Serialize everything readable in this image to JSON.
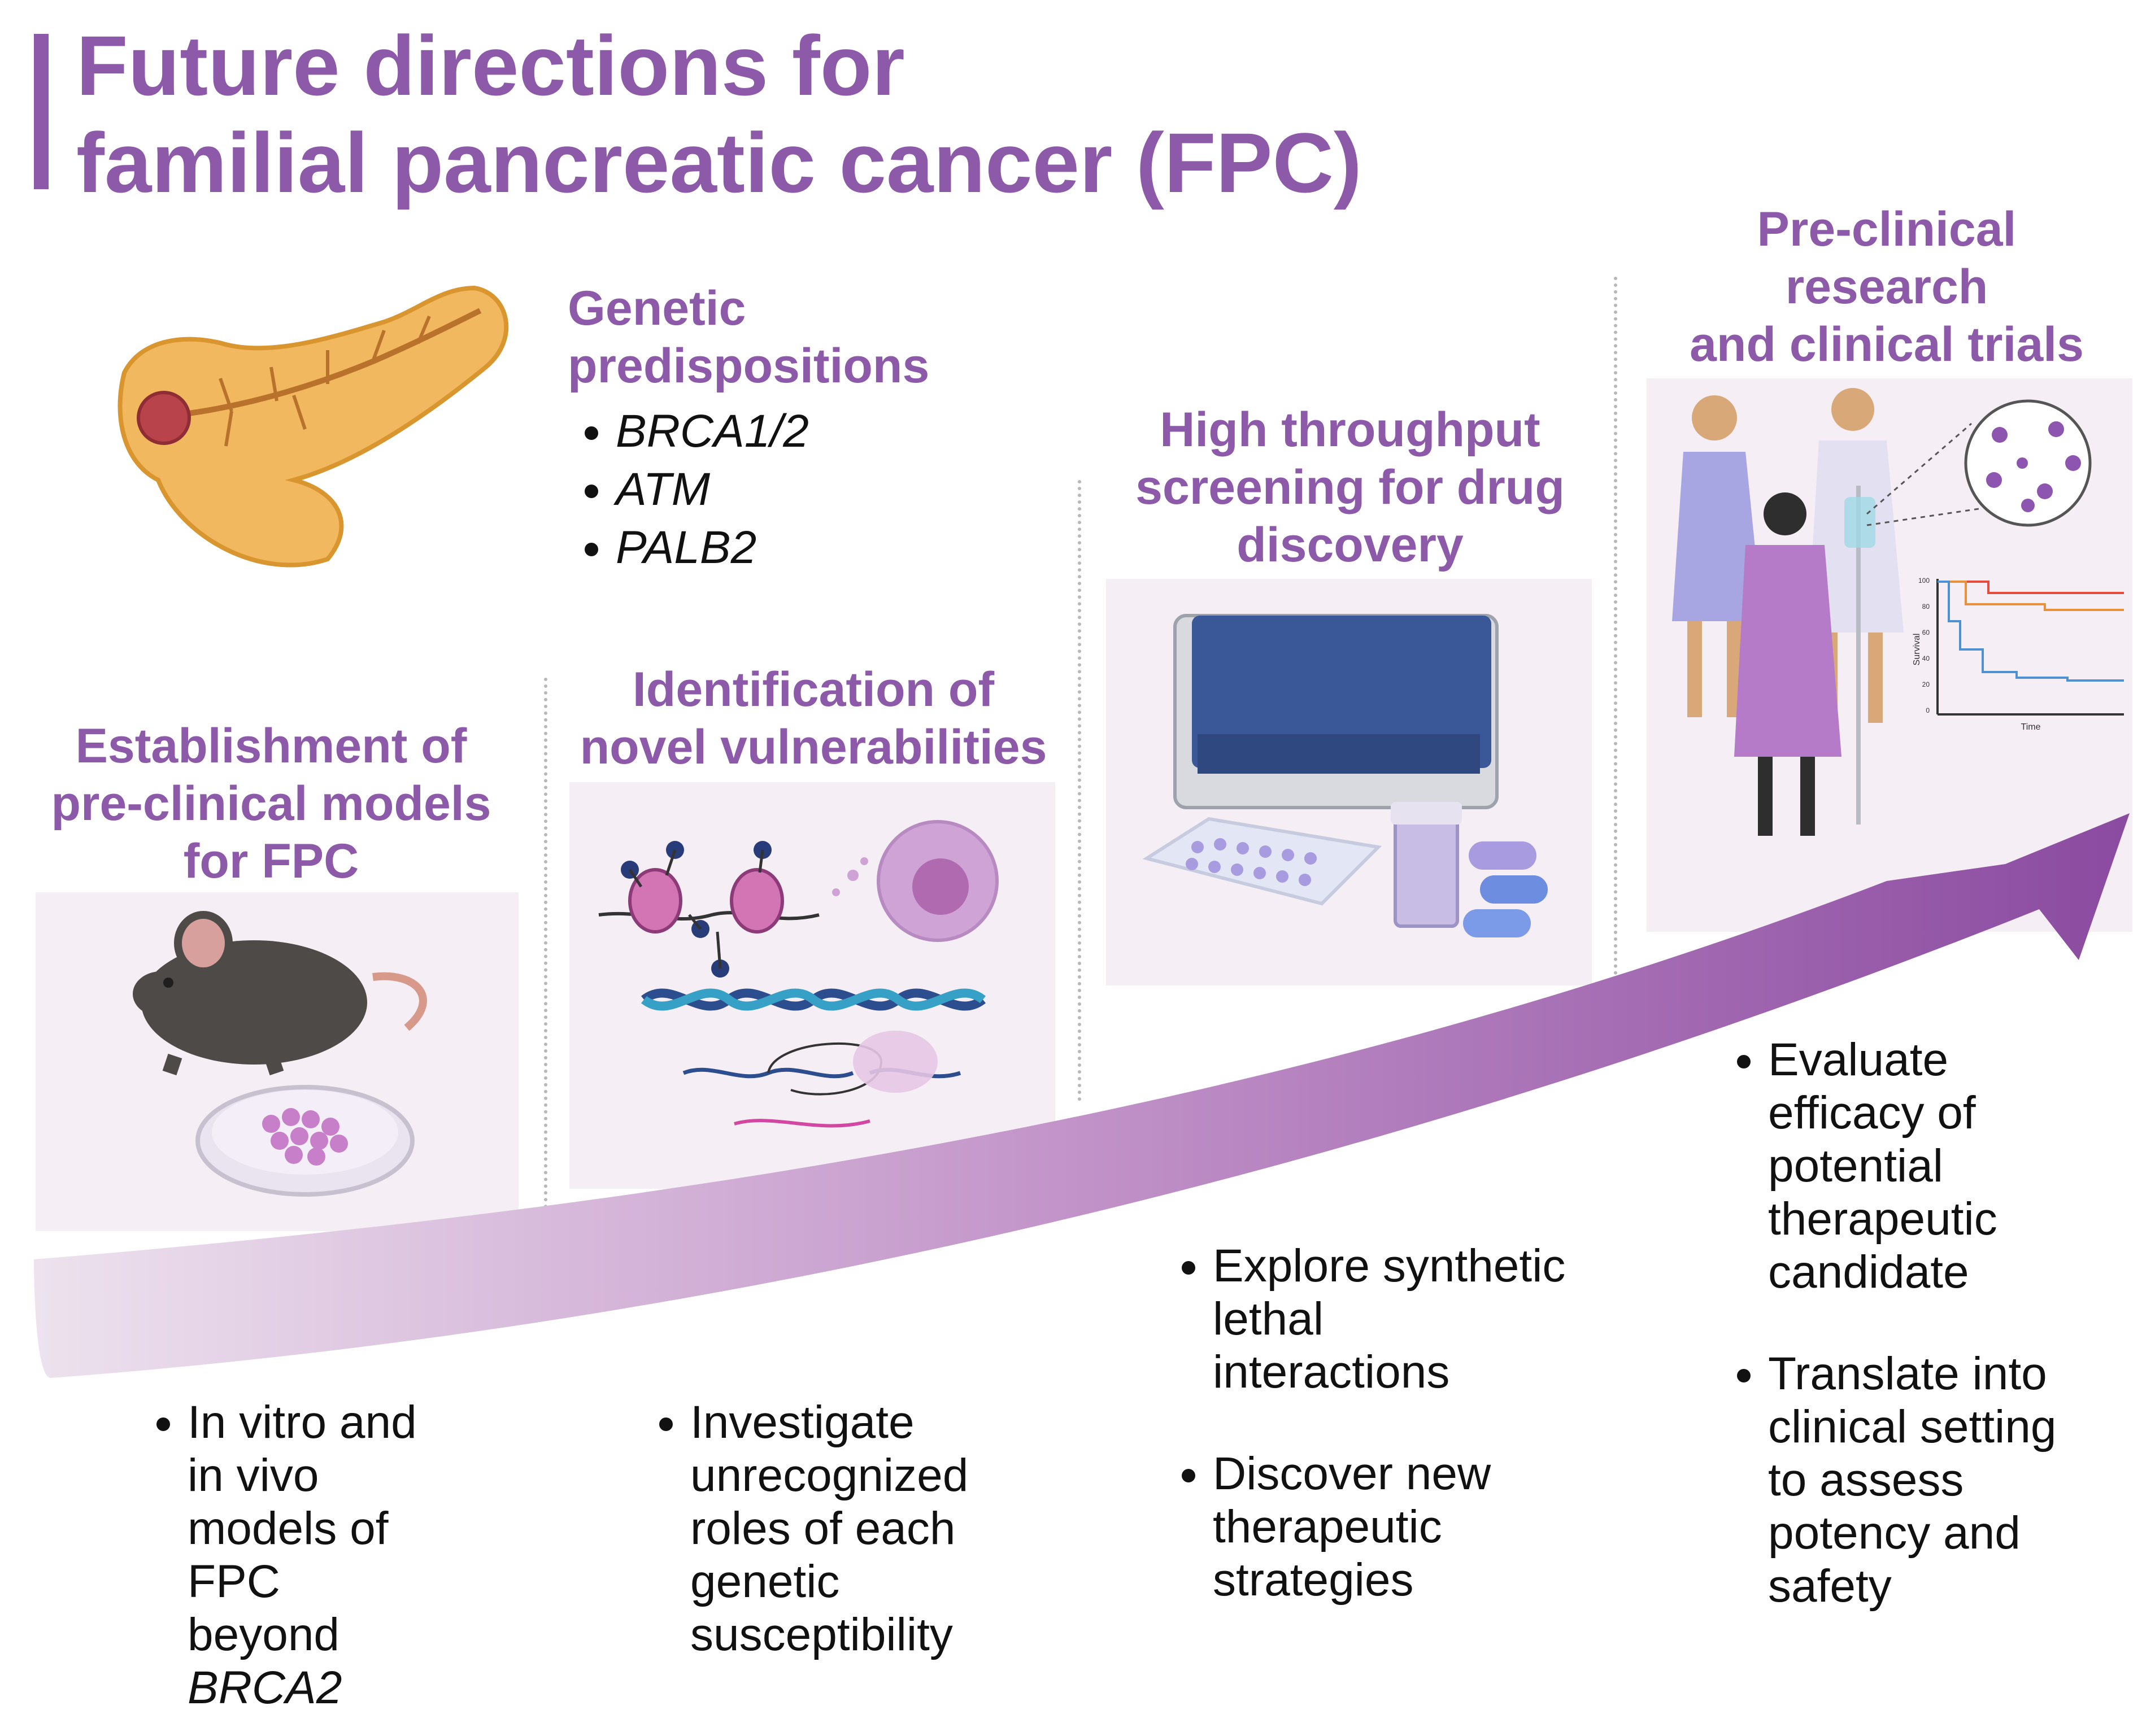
{
  "title": "Future directions for\nfamilial pancreatic cancer (FPC)",
  "genetic": {
    "heading": "Genetic\npredispositions",
    "genes": [
      "BRCA1/2",
      "ATM",
      "PALB2"
    ]
  },
  "stages": [
    {
      "heading": "Establishment of\npre-clinical models\nfor FPC",
      "bullets": [
        {
          "text": "In vitro and\nin vivo\nmodels of\nFPC\nbeyond",
          "italic": "BRCA2"
        }
      ]
    },
    {
      "heading": "Identification of\nnovel vulnerabilities",
      "bullets": [
        {
          "text": "Investigate\nunrecognized\nroles of each\ngenetic\nsusceptibility"
        }
      ]
    },
    {
      "heading": "High throughput\nscreening for drug\ndiscovery",
      "bullets": [
        {
          "text": "Explore synthetic\nlethal\ninteractions"
        },
        {
          "text": "Discover new\ntherapeutic\nstrategies"
        }
      ]
    },
    {
      "heading": "Pre-clinical\nresearch\nand clinical trials",
      "bullets": [
        {
          "text": "Evaluate\nefficacy of\npotential\ntherapeutic\ncandidate"
        },
        {
          "text": "Translate into\nclinical setting\nto assess\npotency and\nsafety"
        }
      ]
    }
  ],
  "survival_plot": {
    "ylabel": "Survival",
    "xlabel": "Time",
    "yticks": [
      "100",
      "80",
      "60",
      "40",
      "20",
      "0"
    ]
  },
  "colors": {
    "accent": "#8c5aa8",
    "arrow_start": "#e9dcea",
    "arrow_end": "#8a4aa0",
    "panel": "#f5eef5"
  }
}
